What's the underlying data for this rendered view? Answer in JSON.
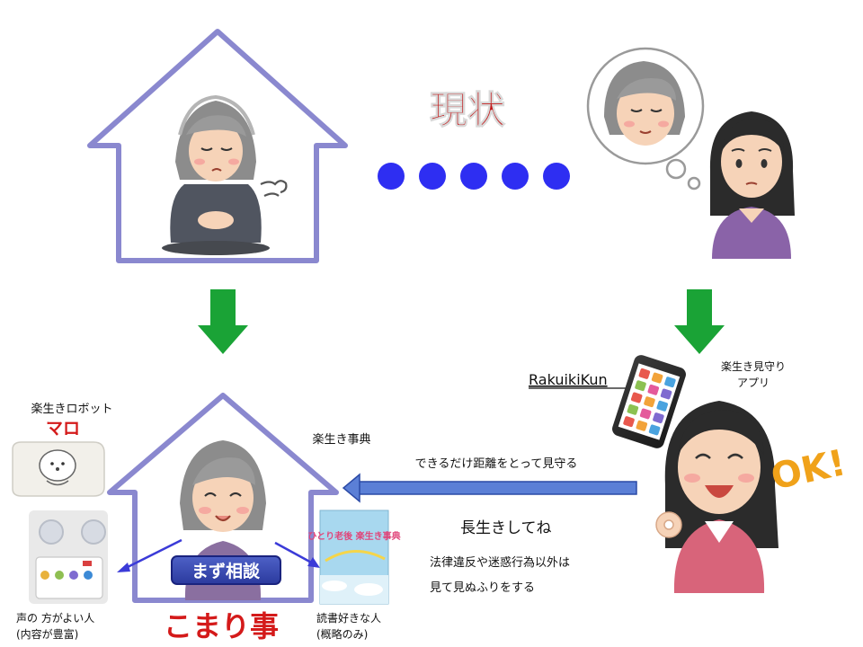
{
  "top": {
    "status_title": "現状",
    "status_dots": 5
  },
  "bottom": {
    "robot": {
      "caption": "楽生きロボット",
      "name": "マロ"
    },
    "voice": {
      "line1": "声の 方がよい人",
      "line2": "(内容が豊富)"
    },
    "consult_badge": "まず相談",
    "trouble_label": "こまり事",
    "dictionary": {
      "title": "楽生き事典",
      "book_text": "ひとり老後 楽生き事典"
    },
    "reader": {
      "line1": "読書好きな人",
      "line2": "(概略のみ)"
    },
    "app": {
      "name": "RakuikiKun",
      "caption_line1": "楽生き見守り",
      "caption_line2": "アプリ"
    },
    "watch_label": "できるだけ距離をとって見守る",
    "message": "長生きしてね",
    "rule_line1": "法律違反や迷惑行為以外は",
    "rule_line2": "見て見ぬふりをする",
    "ok_text": "OK!"
  },
  "colors": {
    "house_outline": "#8a88cf",
    "dot": "#2e2ef2",
    "green_arrow": "#1aa336",
    "blue_arrow": "#3b5fc8",
    "title_red": "#c2191a",
    "trouble_red": "#d41a1a",
    "badge_blue": "#2c3ea0",
    "ok_yellow": "#f0a21a"
  }
}
